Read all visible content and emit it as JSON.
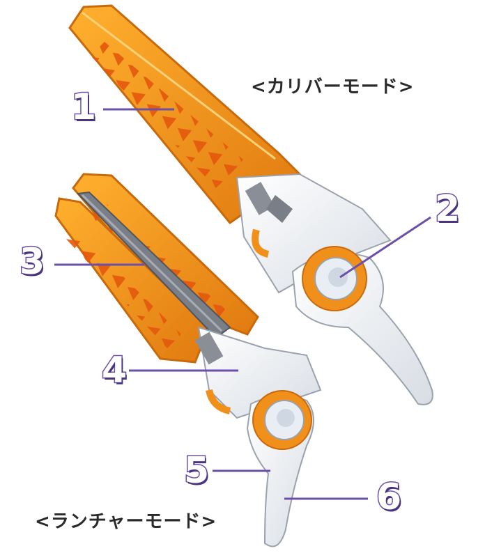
{
  "labels": {
    "caliber_mode": "<カリバーモード>",
    "launcher_mode": "<ランチャーモード>"
  },
  "callouts": [
    "1",
    "2",
    "3",
    "4",
    "5",
    "6"
  ],
  "colors": {
    "orange": "#f0901a",
    "orange_dark": "#c86a0c",
    "white_part": "#eef2f6",
    "grey_part": "#8a8e96",
    "callout_line": "#6b4fa8",
    "label_text": "#2a2a2a"
  }
}
